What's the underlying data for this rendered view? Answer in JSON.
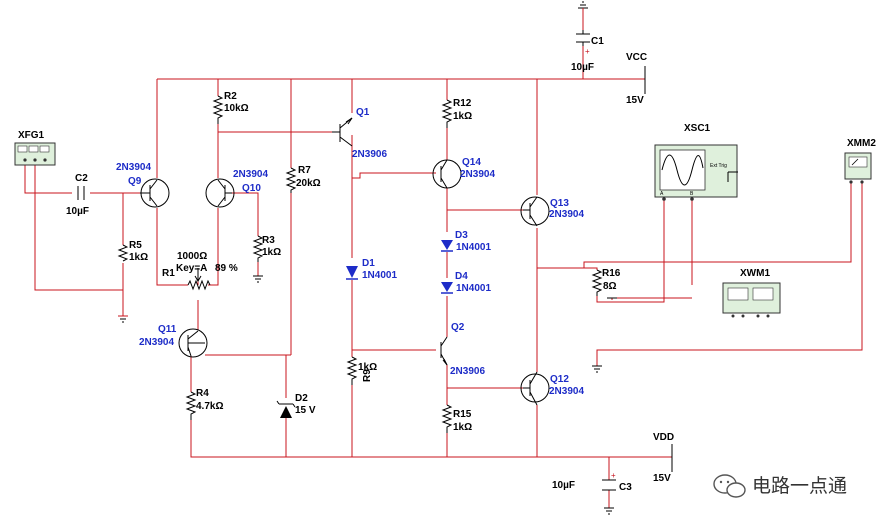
{
  "labels": {
    "xfg1": "XFG1",
    "c2": "C2",
    "c2_val": "10µF",
    "q9_model": "2N3904",
    "q9": "Q9",
    "r5": "R5",
    "r5_val": "1kΩ",
    "r2": "R2",
    "r2_val": "10kΩ",
    "q10_model": "2N3904",
    "q10": "Q10",
    "r3": "R3",
    "r3_val": "1kΩ",
    "r1": "R1",
    "r1_val": "1000Ω",
    "r1_key": "Key=A",
    "r1_pct": "89 %",
    "q11": "Q11",
    "q11_model": "2N3904",
    "r4": "R4",
    "r4_val": "4.7kΩ",
    "r7": "R7",
    "r7_val": "20kΩ",
    "d2": "D2",
    "d2_val": "15 V",
    "q1": "Q1",
    "q1_model": "2N3906",
    "d1": "D1",
    "d1_model": "1N4001",
    "r9": "R9",
    "r9_val": "1kΩ",
    "c1": "C1",
    "c1_val": "10µF",
    "vcc": "VCC",
    "vcc_val": "15V",
    "r12": "R12",
    "r12_val": "1kΩ",
    "q14": "Q14",
    "q14_model": "2N3904",
    "d3": "D3",
    "d3_model": "1N4001",
    "d4": "D4",
    "d4_model": "1N4001",
    "q2": "Q2",
    "q2_model": "2N3906",
    "r15": "R15",
    "r15_val": "1kΩ",
    "q13": "Q13",
    "q13_model": "2N3904",
    "q12": "Q12",
    "q12_model": "2N3904",
    "r16": "R16",
    "r16_val": "8Ω",
    "xsc1": "XSC1",
    "ext_trig": "Ext Trig",
    "ch_a": "A",
    "ch_b": "B",
    "xmm2": "XMM2",
    "xwm1": "XWM1",
    "vdd": "VDD",
    "vdd_val": "15V",
    "c3": "C3",
    "c3_val": "10µF",
    "watermark": "电路一点通"
  }
}
